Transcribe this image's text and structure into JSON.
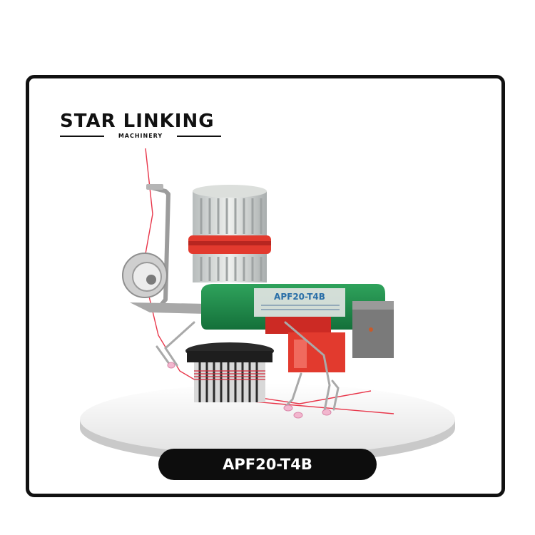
{
  "brand": {
    "name": "STAR LINKING",
    "tagline": "MACHINERY"
  },
  "product": {
    "model": "APF20-T4B",
    "body_label": "APF20-T4B"
  },
  "colors": {
    "frame": "#111111",
    "body_green": "#1e8a4a",
    "accent_red": "#e23a2e",
    "pill_bg": "#0d0d0d"
  }
}
